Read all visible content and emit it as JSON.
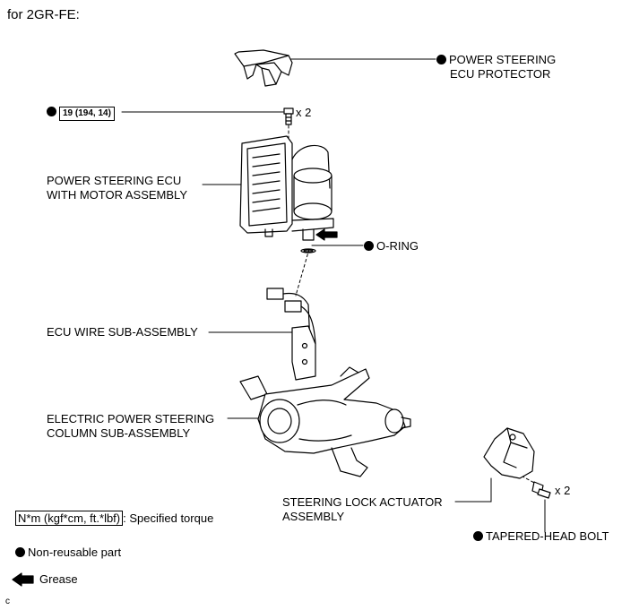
{
  "header": {
    "title": "for 2GR-FE:"
  },
  "parts": {
    "protector": [
      "POWER STEERING",
      "ECU PROTECTOR"
    ],
    "torque_value": "19 (194, 14)",
    "bolt_qty": "x 2",
    "ecu": [
      "POWER STEERING ECU",
      "WITH MOTOR ASSEMBLY"
    ],
    "oring": "O-RING",
    "wire": "ECU WIRE SUB-ASSEMBLY",
    "column": [
      "ELECTRIC POWER STEERING",
      "COLUMN SUB-ASSEMBLY"
    ],
    "lock": [
      "STEERING LOCK ACTUATOR",
      "ASSEMBLY"
    ],
    "tapered_qty": "x 2",
    "tapered": "TAPERED-HEAD BOLT"
  },
  "legend": {
    "torque_units": "N*m (kgf*cm, ft.*lbf)",
    "torque_text": ": Specified torque",
    "nonreusable": "Non-reusable part",
    "grease": "Grease"
  },
  "footer": {
    "code": "c"
  },
  "icons": {
    "nonreusable": "filled-circle-icon",
    "grease": "left-arrow-icon"
  }
}
